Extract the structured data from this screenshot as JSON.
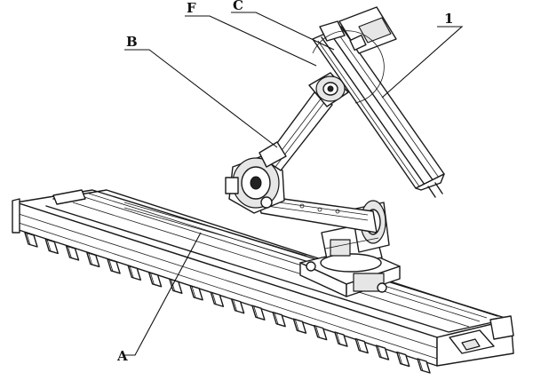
{
  "labels": {
    "F": "F",
    "C": "C",
    "one": "1",
    "B": "B",
    "A": "A"
  }
}
